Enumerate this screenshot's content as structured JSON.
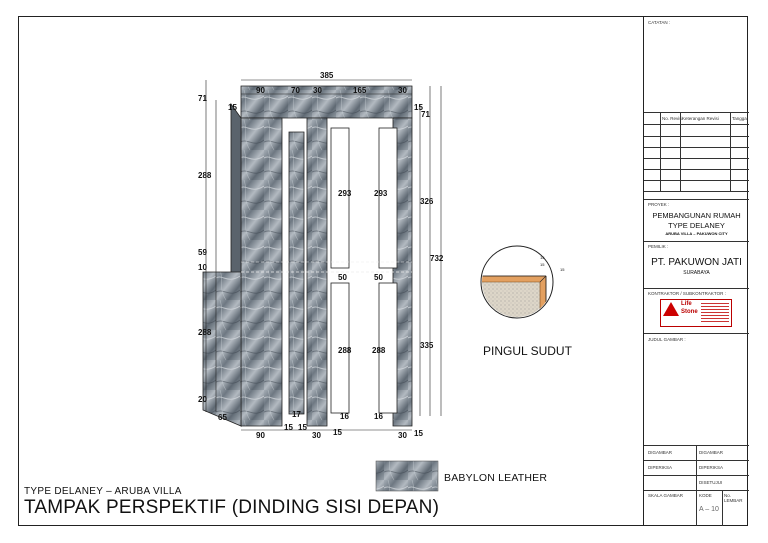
{
  "drawing": {
    "subtitle": "TYPE DELANEY – ARUBA VILLA",
    "title": "TAMPAK PERSPEKTIF (DINDING SISI DEPAN)",
    "detail_label": "PINGUL SUDUT",
    "legend_material": "BABYLON LEATHER",
    "dims_top": [
      "385",
      "90",
      "70",
      "30",
      "165",
      "30"
    ],
    "dims_left": [
      "71",
      "15",
      "288",
      "59",
      "10",
      "288",
      "20",
      "65"
    ],
    "dims_inner": [
      "293",
      "293",
      "50",
      "50",
      "288",
      "288"
    ],
    "dims_right": [
      "15",
      "71",
      "326",
      "732",
      "335",
      "15"
    ],
    "dims_bottom": [
      "90",
      "17",
      "15",
      "15",
      "30",
      "15",
      "16",
      "16",
      "30"
    ],
    "detail_dims": [
      "15",
      "15",
      "15"
    ]
  },
  "title_block": {
    "notes_label": "CATATAN :",
    "revision_headers": [
      "No. Revisi",
      "Keterangan Revisi",
      "Tanggal"
    ],
    "project_label": "PROYEK :",
    "project_line1": "PEMBANGUNAN RUMAH",
    "project_line2": "TYPE DELANEY",
    "project_line3": "ARUBA VILLA – PAKUWON CITY",
    "owner_label": "PEMILIK :",
    "owner_name": "PT. PAKUWON JATI",
    "owner_city": "SURABAYA",
    "contractor_label": "KONTRAKTOR / SUBKONTRAKTOR :",
    "logo_text_1": "Life",
    "logo_text_2": "Stone",
    "drawing_name_label": "JUDUL GAMBAR :",
    "drawn_label": "DIGAMBAR",
    "drawn_value": "DIGAMBAR",
    "checked_label": "DIPERIKSA",
    "checked_value": "DIPERIKSA",
    "approved_label": "DISETUJUI",
    "scale_label": "SKALA GAMBAR",
    "code_label": "KODE",
    "sheet_no_label": "No. LEMBAR",
    "code_value": "A – 10"
  },
  "colors": {
    "marble_light": "#9aa3ab",
    "marble_dark": "#4d5660",
    "wood": "#e3a060",
    "detail_hatch": "#c9c0b0"
  }
}
